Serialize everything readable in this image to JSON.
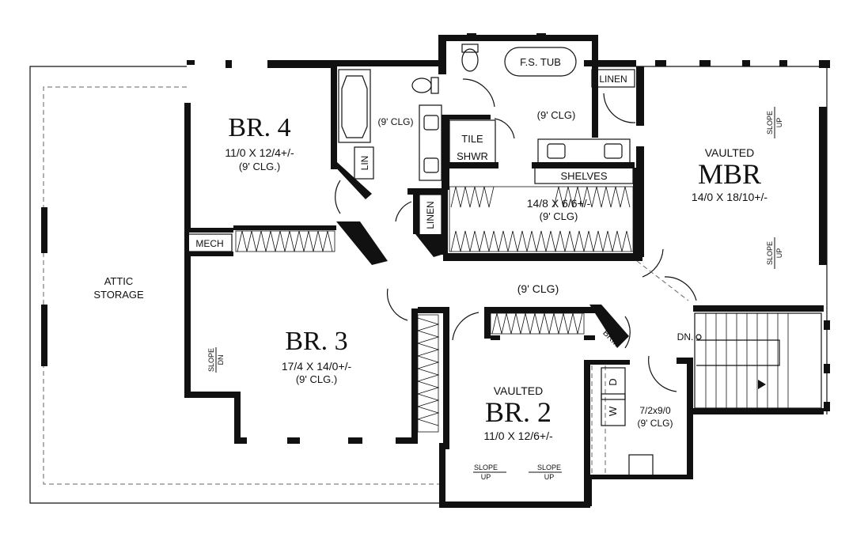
{
  "plan": {
    "rooms": {
      "attic": {
        "line1": "ATTIC",
        "line2": "STORAGE"
      },
      "br4": {
        "name": "BR. 4",
        "size": "11/0 X 12/4+/-",
        "ceiling": "(9' CLG.)"
      },
      "br3": {
        "name": "BR. 3",
        "size": "17/4 X 14/0+/-",
        "ceiling": "(9' CLG.)"
      },
      "br2": {
        "prefix": "VAULTED",
        "name": "BR. 2",
        "size": "11/0 X 12/6+/-"
      },
      "mbr": {
        "prefix": "VAULTED",
        "name": "MBR",
        "size": "14/0 X 18/10+/-"
      },
      "closet": {
        "size": "14/8 X 6/6+/-",
        "ceiling": "(9' CLG)"
      },
      "bath": {
        "ceiling": "(9' CLG)"
      },
      "bath4": {
        "ceiling": "(9' CLG)"
      },
      "hall": {
        "ceiling": "(9' CLG)"
      },
      "laundry": {
        "size": "7/2x9/0",
        "ceiling": "(9' CLG)"
      }
    },
    "labels": {
      "mech": "MECH",
      "lin": "LIN",
      "linen_hall": "LINEN",
      "linen_bath": "LINEN",
      "tub": "F.S. TUB",
      "shower1": "TILE",
      "shower2": "SHWR",
      "shelves": "SHELVES",
      "broom": "BRM",
      "washer": "W",
      "dryer": "D",
      "stairs": "DN."
    },
    "slopes": {
      "word_slope": "SLOPE",
      "word_up": "UP",
      "word_dn": "DN"
    }
  }
}
